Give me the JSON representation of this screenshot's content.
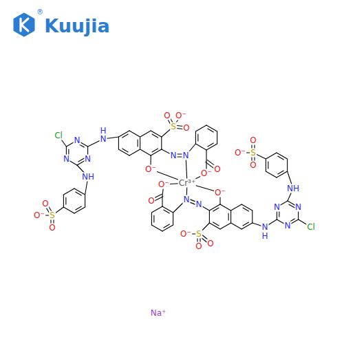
{
  "diagram": {
    "labels": [
      "Kuujia",
      "®",
      "Cl",
      "N",
      "N",
      "N",
      "H",
      "N",
      "NH",
      "S",
      "O⁻",
      "O",
      "O",
      "S",
      "O",
      "O⁻",
      "O",
      "N",
      "N",
      "O⁻",
      "Cr³⁺",
      "O",
      "O⁻",
      "O⁻",
      "N",
      "N",
      "S",
      "O⁻",
      "O",
      "O",
      "N",
      "H",
      "N",
      "N",
      "N",
      "Cl",
      "NH",
      "S",
      "O",
      "O⁻",
      "O",
      "O⁻",
      "O",
      "Na⁺"
    ]
  }
}
